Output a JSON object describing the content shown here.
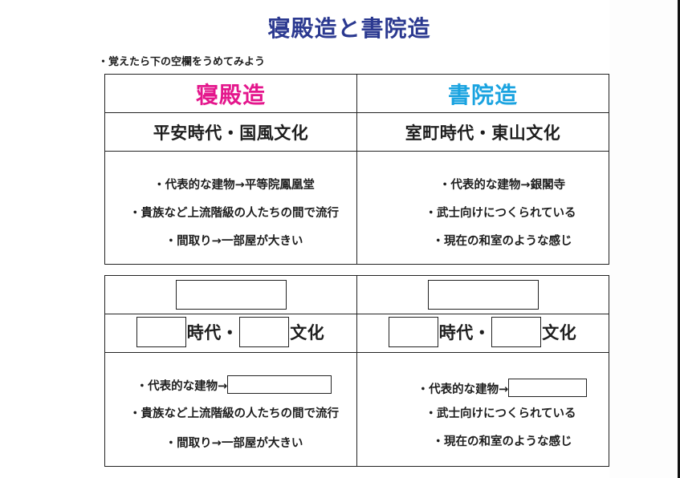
{
  "title": "寝殿造と書院造",
  "instruction": "・覚えたら下の空欄をうめてみよう",
  "colors": {
    "title": "#2b3990",
    "shinden": "#e4168c",
    "shoin": "#1aa3e0",
    "text": "#1e1e1e"
  },
  "reference_table": {
    "shinden": {
      "name": "寝殿造",
      "era": "平安時代・国風文化",
      "bullets": [
        "・代表的な建物→平等院鳳凰堂",
        "・貴族など上流階級の人たちの間で流行",
        "・間取り→一部屋が大きい"
      ]
    },
    "shoin": {
      "name": "書院造",
      "era": "室町時代・東山文化",
      "bullets": [
        "・代表的な建物→銀閣寺",
        "・武士向けにつくられている",
        "・現在の和室のような感じ"
      ]
    }
  },
  "quiz_table": {
    "left": {
      "name_blank": "",
      "era_blank_1": "",
      "era_label_1": "時代・",
      "era_blank_2": "",
      "era_label_2": "文化",
      "building_prefix": "・代表的な建物→",
      "building_blank": "",
      "bullets": [
        "・貴族など上流階級の人たちの間で流行",
        "・間取り→一部屋が大きい"
      ]
    },
    "right": {
      "name_blank": "",
      "era_blank_1": "",
      "era_label_1": "時代・",
      "era_blank_2": "",
      "era_label_2": "文化",
      "building_prefix": "・代表的な建物→",
      "building_blank": "",
      "bullets": [
        "・武士向けにつくられている",
        "・現在の和室のような感じ"
      ]
    }
  }
}
